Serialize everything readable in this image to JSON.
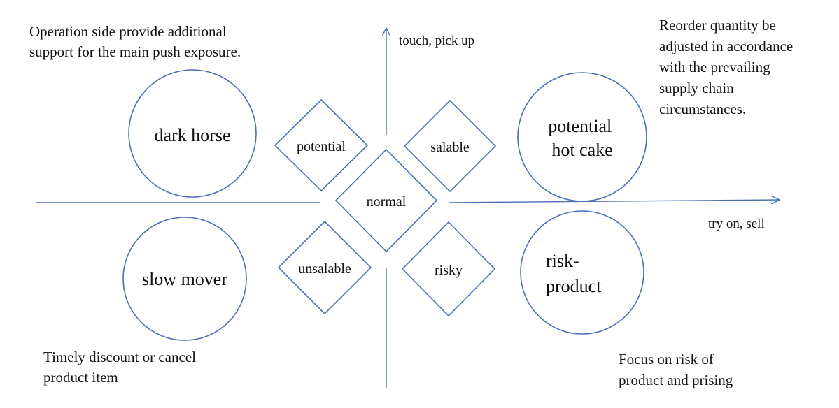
{
  "colors": {
    "stroke": "#4a6fb5",
    "text": "#111111",
    "background": "#ffffff"
  },
  "axes": {
    "vertical_label": "touch, pick up",
    "horizontal_label": "try on, sell"
  },
  "notes": {
    "top_left": [
      "Operation side provide additional",
      "support for the main push exposure."
    ],
    "top_right": [
      "Reorder quantity be",
      "adjusted in accordance",
      "with the prevailing",
      "supply chain",
      "circumstances."
    ],
    "bottom_left": [
      "Timely discount or cancel",
      "product item"
    ],
    "bottom_right": [
      "Focus on risk of",
      "product and prising"
    ]
  },
  "circles": {
    "dark_horse": [
      "dark horse"
    ],
    "potential_hot_cake": [
      "potential",
      "hot cake"
    ],
    "slow_mover": [
      "slow mover"
    ],
    "risk_product": [
      "risk-",
      "product"
    ]
  },
  "diamonds": {
    "potential": "potential",
    "salable": "salable",
    "normal": "normal",
    "unsalable": "unsalable",
    "risky": "risky"
  }
}
